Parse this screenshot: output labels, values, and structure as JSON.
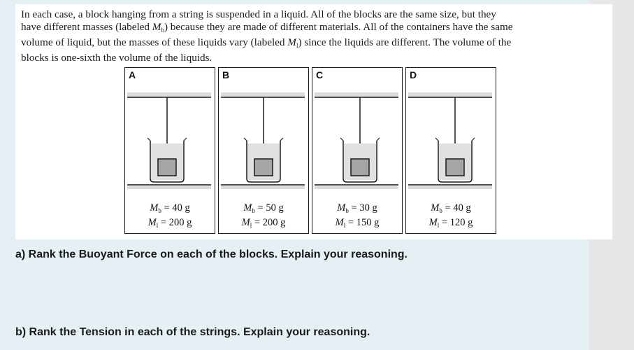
{
  "problem": {
    "line1": "In each case, a block hanging from a string is suspended in a liquid. All of the blocks are the same size, but they",
    "line2a": "have different masses (labeled ",
    "line2b": ") because they are made of different materials. All of the containers have the same",
    "line3a": "volume of liquid, but the masses of these liquids vary (labeled ",
    "line3b": ") since the liquids are different. The volume of the",
    "line4": "blocks is one-sixth the volume of the liquids.",
    "sym_block": "M",
    "sym_block_sub": "b",
    "sym_liquid": "M",
    "sym_liquid_sub": "l"
  },
  "panels": [
    {
      "letter": "A",
      "mb_value": "= 40 g",
      "ml_value": "= 200 g"
    },
    {
      "letter": "B",
      "mb_value": "= 50 g",
      "ml_value": "= 200 g"
    },
    {
      "letter": "C",
      "mb_value": "= 30 g",
      "ml_value": "= 150 g"
    },
    {
      "letter": "D",
      "mb_value": "= 40 g",
      "ml_value": "= 120 g"
    }
  ],
  "questions": {
    "a": "a) Rank the Buoyant Force on each of the blocks. Explain your reasoning.",
    "b": "b) Rank the Tension in each of the strings. Explain your reasoning."
  },
  "colors": {
    "page_bg": "#e4f0f3",
    "card_bg": "#ffffff",
    "liquid": "#e0e0e0",
    "block": "#a6a6a6",
    "ink": "#1a1a1a"
  }
}
